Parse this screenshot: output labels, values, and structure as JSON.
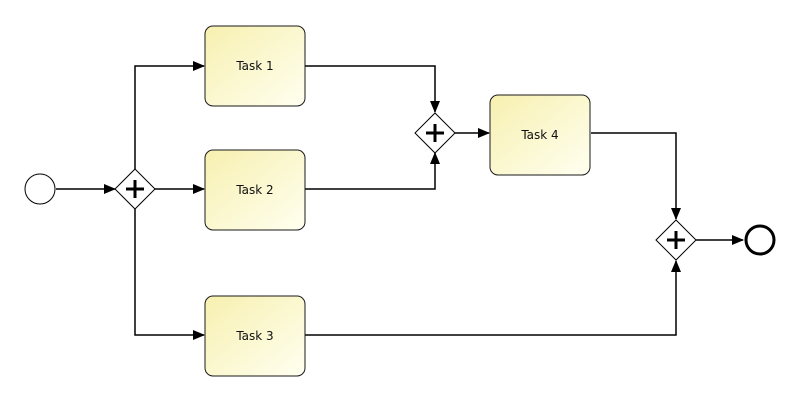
{
  "diagram": {
    "type": "bpmn-process",
    "tasks": [
      {
        "id": "task1",
        "label": "Task 1"
      },
      {
        "id": "task2",
        "label": "Task 2"
      },
      {
        "id": "task3",
        "label": "Task 3"
      },
      {
        "id": "task4",
        "label": "Task 4"
      }
    ],
    "gateways": [
      {
        "id": "split",
        "kind": "parallel"
      },
      {
        "id": "join-1-2",
        "kind": "parallel"
      },
      {
        "id": "join-final",
        "kind": "parallel"
      }
    ],
    "events": [
      {
        "id": "start",
        "kind": "start"
      },
      {
        "id": "end",
        "kind": "end"
      }
    ],
    "flows": [
      {
        "from": "start",
        "to": "split"
      },
      {
        "from": "split",
        "to": "task1"
      },
      {
        "from": "split",
        "to": "task2"
      },
      {
        "from": "split",
        "to": "task3"
      },
      {
        "from": "task1",
        "to": "join-1-2"
      },
      {
        "from": "task2",
        "to": "join-1-2"
      },
      {
        "from": "join-1-2",
        "to": "task4"
      },
      {
        "from": "task4",
        "to": "join-final"
      },
      {
        "from": "task3",
        "to": "join-final"
      },
      {
        "from": "join-final",
        "to": "end"
      }
    ]
  }
}
